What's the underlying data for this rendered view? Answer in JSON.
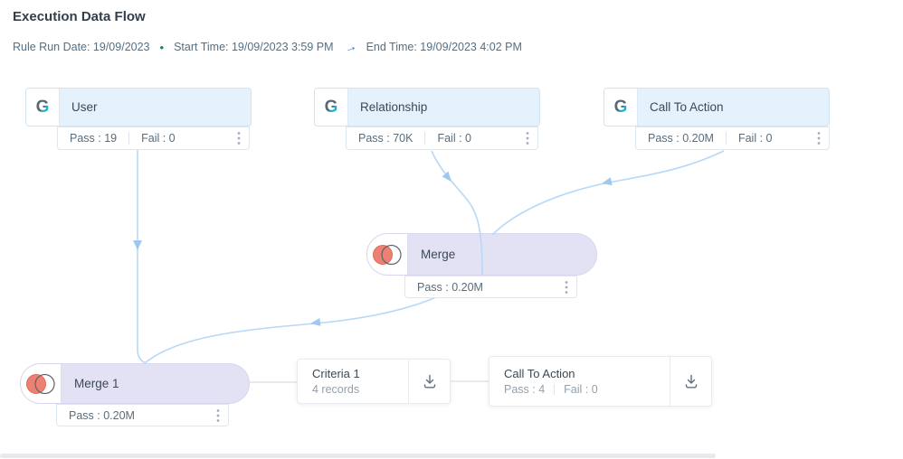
{
  "header": {
    "title": "Execution Data Flow",
    "rule_run_date": "Rule Run Date: 19/09/2023",
    "bullet": "•",
    "start_time": "Start Time: 19/09/2023 3:59 PM",
    "arrow": "→",
    "end_time": "End Time: 19/09/2023 4:02 PM"
  },
  "icons": {
    "g_logo_text": "G"
  },
  "nodes": {
    "user": {
      "title": "User",
      "pass": "Pass : 19",
      "fail": "Fail : 0"
    },
    "relationship": {
      "title": "Relationship",
      "pass": "Pass : 70K",
      "fail": "Fail : 0"
    },
    "call_to_action": {
      "title": "Call To Action",
      "pass": "Pass : 0.20M",
      "fail": "Fail : 0"
    },
    "merge": {
      "title": "Merge",
      "pass": "Pass : 0.20M"
    },
    "merge1": {
      "title": "Merge 1",
      "pass": "Pass : 0.20M"
    },
    "criteria1": {
      "title": "Criteria 1",
      "subtitle": "4 records"
    },
    "cta_result": {
      "title": "Call To Action",
      "pass": "Pass : 4",
      "fail": "Fail : 0"
    }
  },
  "colors": {
    "title_text": "#323f4a",
    "subtitle_text": "#527084",
    "bullet_teal": "#0b8578",
    "arrow_blue": "#2b6fd4",
    "node_header_bg": "#e6f2fb",
    "node_header_border": "#cfe4f4",
    "merge_pill_bg": "#e3e2f5",
    "merge_pill_border": "#d7d6ee",
    "connector_blue": "#b7d8f6",
    "arrowhead_blue": "#9ec8ef",
    "connector_gray": "#e2e3e7",
    "venn_fill_salmon": "#ec8073",
    "g_logo_dark": "#5a6772",
    "g_logo_teal": "#23aecd",
    "stat_text": "#5a6c7a",
    "muted_text": "#93a0ac"
  }
}
